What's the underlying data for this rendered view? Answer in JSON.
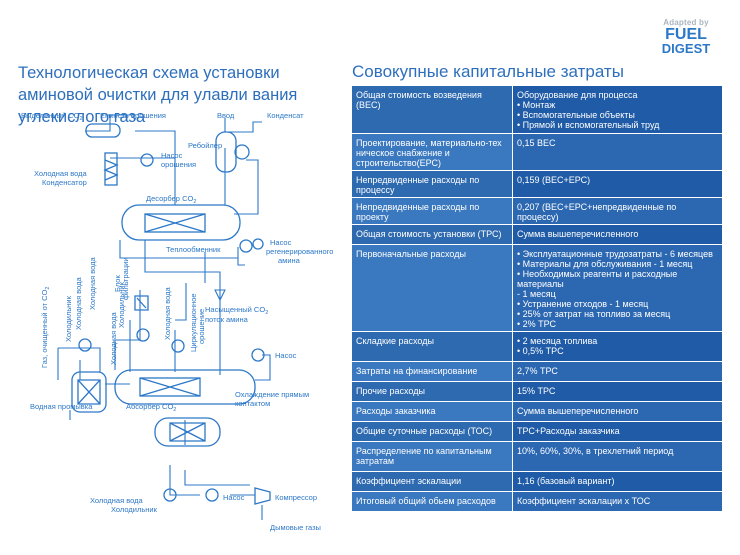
{
  "logo": {
    "adapted": "Adapted by",
    "fuel": "FUEL",
    "digest": "DIGEST"
  },
  "left_title": "Технологическая схема установки аминовой очистки для улавли вания углекислого газа",
  "right_title": "Совокупные капитальные затраты",
  "diagram_labels": {
    "co2_out": "Выделенный CO",
    "reflux_tank": "Емкость орошения",
    "inlet": "Ввод",
    "condensate": "Конденсат",
    "reboiler": "Ребойлер",
    "reflux_pump_1": "Насос",
    "reflux_pump_2": "орошения",
    "cooling_water_1": "Холодная вода",
    "condenser": "Конденсатор",
    "desorber": "Десорбер CO",
    "heat_exchanger": "Теплообменник",
    "regen_pump_1": "Насос",
    "regen_pump_2": "регенерированного",
    "regen_pump_3": "амина",
    "co2_free_gas": "Газ, очищенный от CO",
    "cooler_left": "Холодильник",
    "cooling_water_2": "Холодная вода",
    "cooling_water_3": "Холодная вода",
    "cooler_mid": "Холодильник",
    "filter_1": "Блок",
    "filter_2": "фильтрации",
    "cooling_water_4": "Холодная вода",
    "circ_1": "Циркуляционное",
    "circ_2": "орошение",
    "rich_amine_1": "Насыщенный CO",
    "rich_amine_2": "поток амина",
    "pump": "Насос",
    "water_wash": "Водная промывка",
    "absorber": "Абсорбер CO",
    "direct_cool_1": "Охлаждение прямым",
    "direct_cool_2": "контактом",
    "cooling_water_5": "Холодная вода",
    "cooler_bottom": "Холодильник",
    "pump_bottom": "Насос",
    "compressor": "Компрессор",
    "flue_gas": "Дымовые газы",
    "sub2": "2"
  },
  "table": [
    {
      "item": "Общая стоимость возведения (ВЕС)",
      "value": [
        "Оборудование для процесса",
        "• Монтаж",
        "• Вспомогательные объекты",
        "• Прямой и вспомогательный труд"
      ]
    },
    {
      "item": "Проектирование, материально-тех ническое снабжение и строительство(ЕРС)",
      "value": [
        "0,15 ВЕС"
      ]
    },
    {
      "item": "Непредвиденные расходы по процессу",
      "value": [
        "0,159 (ВЕС+ЕРС)"
      ]
    },
    {
      "item": "Непредвиденные расходы по проекту",
      "value": [
        "0,207 (ВЕС+ЕРС+непредвиденные по процессу)"
      ]
    },
    {
      "item": "Общая стоимость установки (ТРС)",
      "value": [
        "Сумма вышеперечисленного"
      ]
    },
    {
      "item": "Первоначальные расходы",
      "value": [
        "• Эксплуатационные трудозатраты - 6 месяцев",
        "• Материалы для обслуживания - 1 месяц",
        "• Необходимых реагенты и расходные материалы",
        "- 1 месяц",
        "• Устранение отходов - 1 месяц",
        "• 25% от затрат на топливо за месяц",
        "• 2% ТРС"
      ]
    },
    {
      "item": "Складкие расходы",
      "value": [
        "• 2 месяца топлива",
        "• 0,5% ТРС"
      ]
    },
    {
      "item": "Затраты на финансирование",
      "value": [
        "2,7% ТРС"
      ]
    },
    {
      "item": "Прочие расходы",
      "value": [
        "15% ТРС"
      ]
    },
    {
      "item": "Расходы заказчика",
      "value": [
        "Сумма вышеперечисленного"
      ]
    },
    {
      "item": "Общие суточные расходы (ТОС)",
      "value": [
        "ТРС+Расходы заказчика"
      ]
    },
    {
      "item": "Распределение по капитальным затратам",
      "value": [
        "10%, 60%, 30%, в трехлетний период"
      ]
    },
    {
      "item": "Коэффициент эскалации",
      "value": [
        "1,16 (базовый вариант)"
      ]
    },
    {
      "item": "Итоговый общий обьем расходов",
      "value": [
        "Коэффициент эскалации х ТОС"
      ]
    }
  ],
  "colors": {
    "accent": "#2d6fbd",
    "cell_dark": "#1f5ba6",
    "cell_light": "#2e6ab0"
  }
}
